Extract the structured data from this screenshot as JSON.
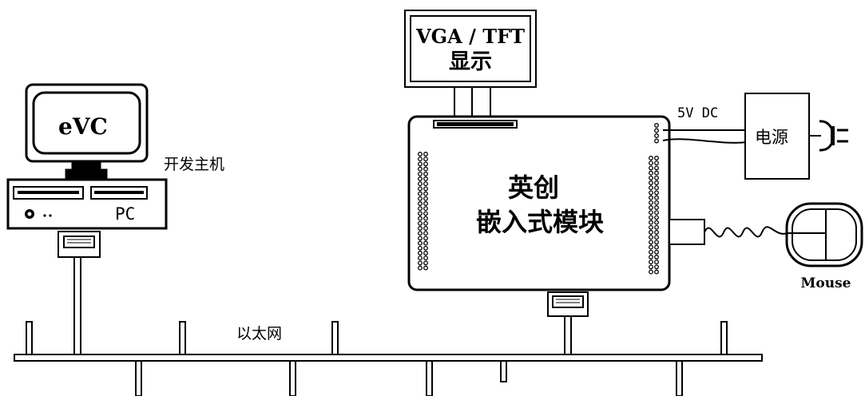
{
  "labels": {
    "display_line1": "VGA / TFT",
    "display_line2": "显示",
    "monitor_text": "eVC",
    "host_label": "开发主机",
    "pc_label": "PC",
    "module_line1": "英创",
    "module_line2": "嵌入式模块",
    "power_voltage": "5V DC",
    "power_supply": "电源",
    "mouse": "Mouse",
    "ethernet": "以太网"
  }
}
